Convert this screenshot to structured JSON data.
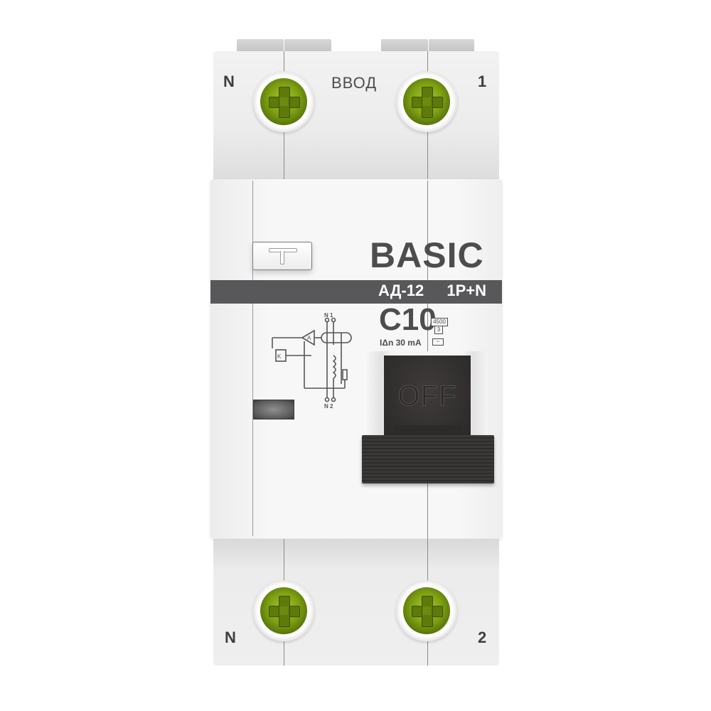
{
  "product": {
    "brand": "BASIC",
    "model_band": "АД-12  1P+N",
    "model": "АД-12",
    "poles": "1P+N",
    "rating": "C10",
    "sensitivity": "IΔn 30 mA",
    "breaking_capacity": "4500",
    "class": "3",
    "type_symbol": "~"
  },
  "terminals": {
    "top_left_label": "N",
    "top_center_label": "ВВОД",
    "top_right_label": "1",
    "bottom_left_label": "N",
    "bottom_right_label": "2"
  },
  "controls": {
    "test_button_glyph": "T",
    "toggle_state": "OFF"
  },
  "schematic": {
    "top_label": "N 1",
    "bottom_label": "N 2",
    "amplifier_label": "A",
    "relay_label": "K"
  },
  "colors": {
    "body": "#f4f4f4",
    "band": "#58585a",
    "text": "#4d4d4f",
    "screw": "#7ea012",
    "lever": "#2e2c2b"
  }
}
